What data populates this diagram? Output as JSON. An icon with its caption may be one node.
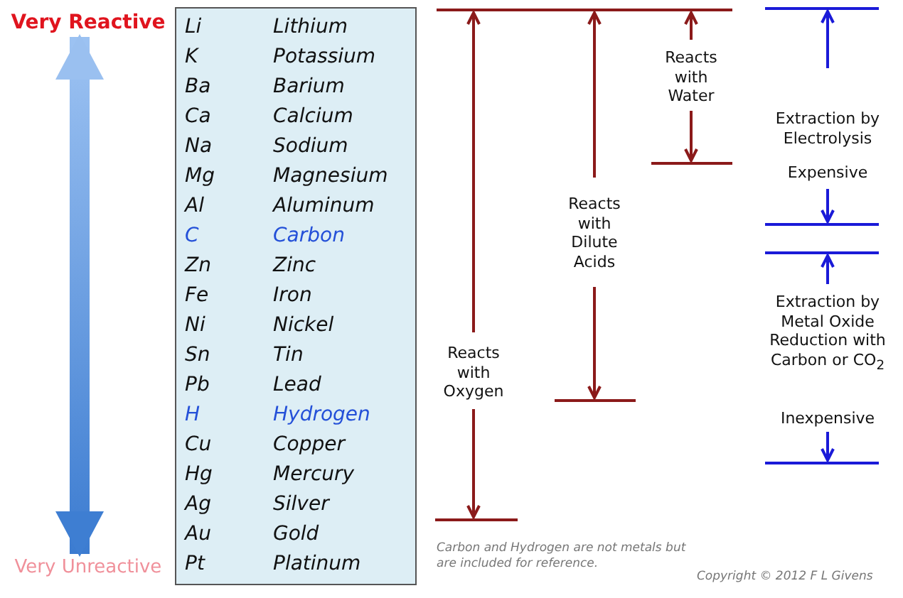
{
  "diagram": {
    "nodes": [
      {
        "text": [
          "Very Reactive"
        ]
      },
      {
        "text": [
          "Very Unreactive"
        ]
      }
    ],
    "edges": [
      {
        "from": 0,
        "to": 1,
        "arrow": "both"
      }
    ],
    "labels": [
      "Li",
      "Lithium",
      "K",
      "Potassium",
      "Ba",
      "Barium",
      "Ca",
      "Calcium",
      "Na",
      "Sodium",
      "Mg",
      "Magnesium",
      "Al",
      "Aluminum",
      "C",
      "Carbon",
      "Zn",
      "Zinc",
      "Fe",
      "Iron",
      "Ni",
      "Nickel",
      "Sn",
      "Tin",
      "Pb",
      "Lead",
      "H",
      "Hydrogen",
      "Cu",
      "Copper",
      "Hg",
      "Mercury",
      "Ag",
      "Silver",
      "Au",
      "Gold",
      "Pt",
      "Platinum",
      "Reacts with Water",
      "Reacts with Dilute Acids",
      "Reacts with Oxygen",
      "Extraction by Electrolysis",
      "Expensive",
      "Extraction by Metal Oxide Reduction with Carbon or CO$_{2}$",
      "Inexpensive",
      "Carbon and Hydrogen are not metals but are included for reference.",
      "Copyright © 2012 F L Givens"
    ]
  }
}
